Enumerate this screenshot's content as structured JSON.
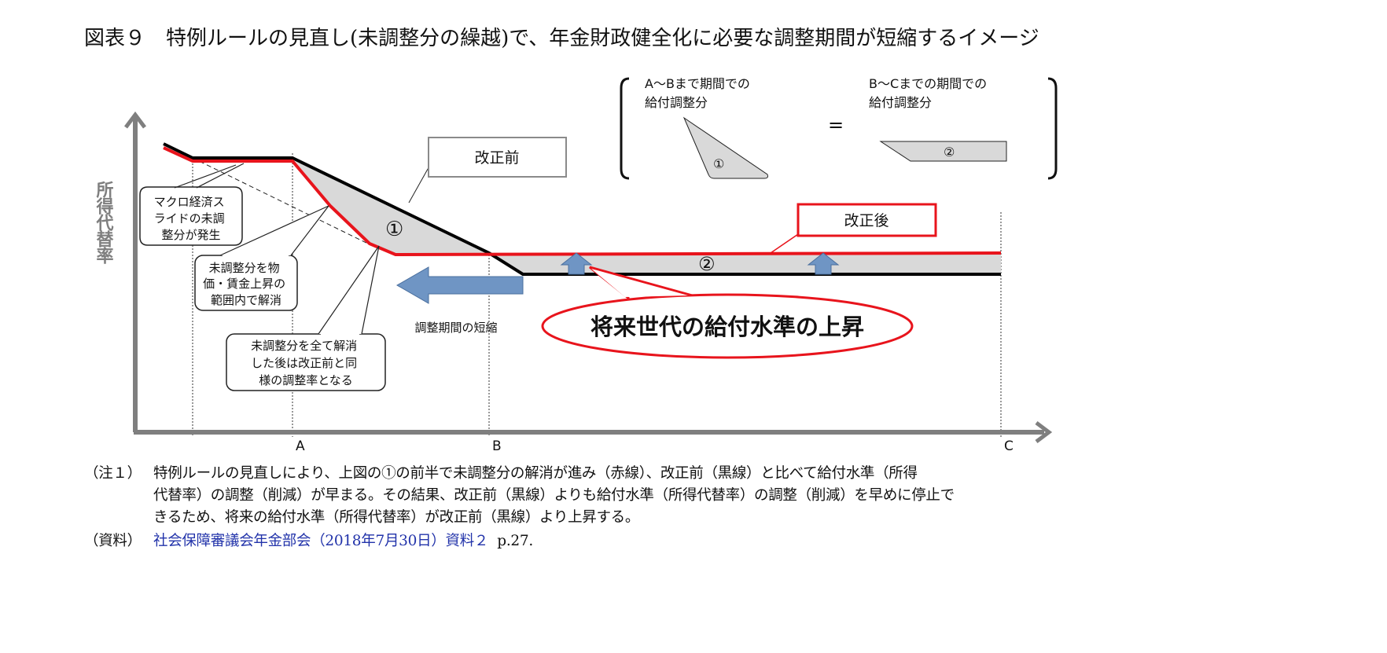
{
  "title": "図表９　特例ルールの見直し(未調整分の繰越)で、年金財政健全化に必要な調整期間が短縮するイメージ",
  "diagram": {
    "y_axis_label": "所得代替率",
    "x_ticks": [
      "A",
      "B",
      "C"
    ],
    "box_before": "改正前",
    "box_after": "改正後",
    "region_1": "①",
    "region_2": "②",
    "bubble_1": [
      "マクロ経済ス",
      "ライドの未調",
      "整分が発生"
    ],
    "bubble_2": [
      "未調整分を物",
      "価・賃金上昇の",
      "範囲内で解消"
    ],
    "bubble_3": [
      "未調整分を全て解消",
      "した後は改正前と同",
      "様の調整率となる"
    ],
    "shorten_label": "調整期間の短縮",
    "ellipse_label": "将来世代の給付水準の上昇",
    "legend": {
      "left_lines": [
        "A～Bまで期間での",
        "給付調整分"
      ],
      "left_mark": "①",
      "equals": "=",
      "right_lines": [
        "B～Cまでの期間での",
        "給付調整分"
      ],
      "right_mark": "②"
    },
    "colors": {
      "before_line": "#000000",
      "after_line": "#e8141c",
      "region_fill": "#d9d9d9",
      "arrow": "#6f95c4",
      "axis": "#7f7f7f"
    }
  },
  "notes": {
    "note1_label": "（注１）",
    "note1_lines": [
      "特例ルールの見直しにより、上図の①の前半で未調整分の解消が進み（赤線）、改正前（黒線）と比べて給付水準（所得",
      "代替率）の調整（削減）が早まる。その結果、改正前（黒線）よりも給付水準（所得代替率）の調整（削減）を早めに停止で",
      "きるため、将来の給付水準（所得代替率）が改正前（黒線）より上昇する。"
    ],
    "source_label": "（資料）",
    "source_link": "社会保障審議会年金部会（2018年7月30日）資料２",
    "source_page": "p.27."
  }
}
